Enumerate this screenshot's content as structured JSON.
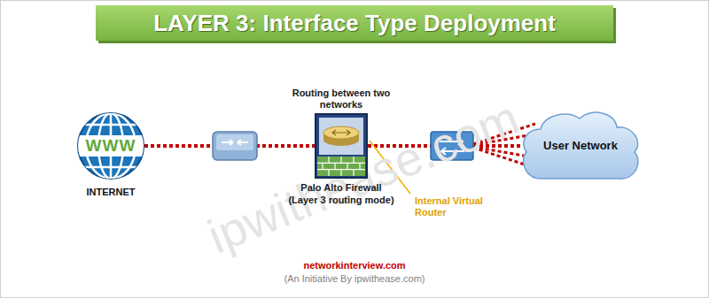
{
  "diagram": {
    "title": "LAYER 3: Interface Type Deployment",
    "nodes": [
      {
        "text": [
          "WWW",
          "INTERNET"
        ]
      },
      {
        "text": [
          "Palo Alto Firewall",
          "(Layer 3 routing mode)"
        ]
      },
      {
        "text": [
          "User Network"
        ]
      }
    ],
    "edges": [
      {
        "from": 0,
        "to": 1,
        "arrow": "none"
      },
      {
        "from": 1,
        "to": 2,
        "arrow": "none"
      }
    ],
    "labels": [
      "Routing between two networks",
      "Internal Virtual Router",
      "ipwithease.com",
      "networkinterview.com",
      "(An Initiative By ipwithease.com)"
    ]
  }
}
